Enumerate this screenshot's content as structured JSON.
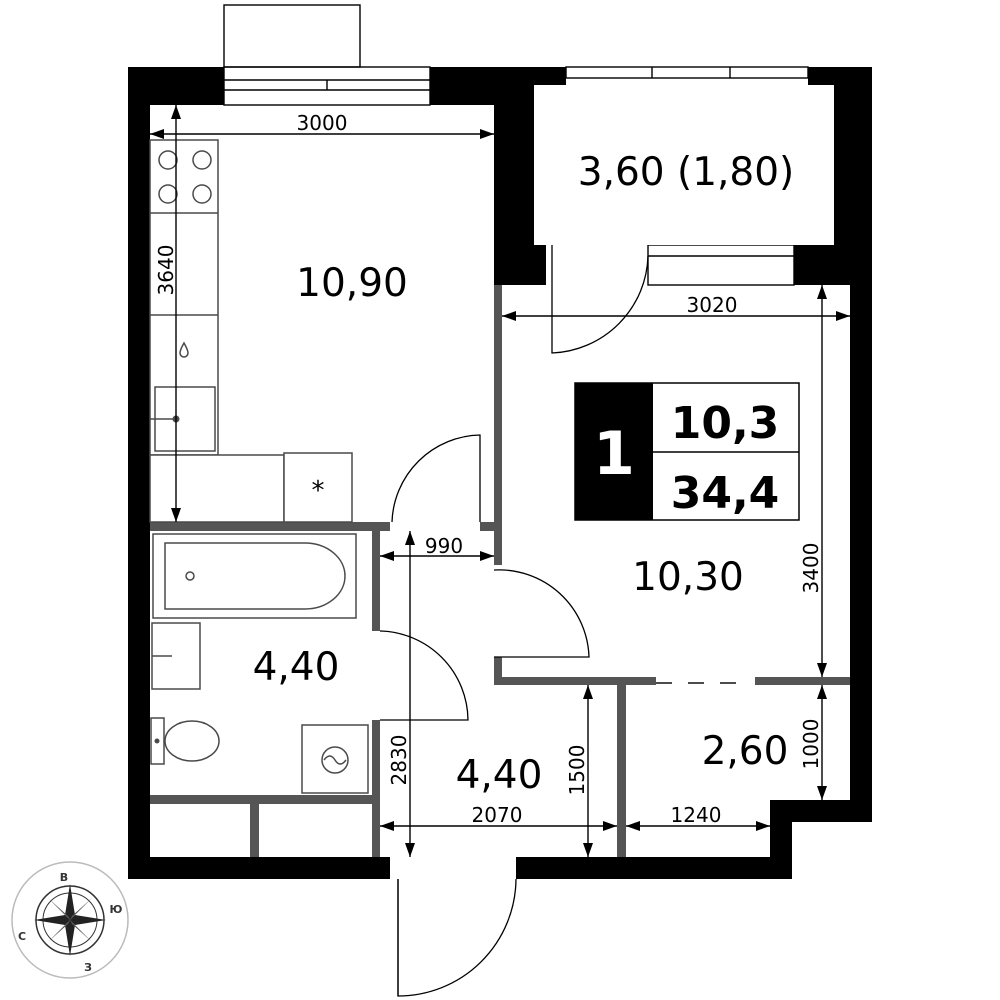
{
  "summary": {
    "rooms": "1",
    "living_area": "10,3",
    "total_area": "34,4"
  },
  "rooms": {
    "kitchen_area": "10,90",
    "bedroom_area": "10,30",
    "balcony_area": "3,60 (1,80)",
    "bathroom_area": "4,40",
    "hall_area": "4,40",
    "closet_area": "2,60"
  },
  "dimensions": {
    "kitchen_width": "3000",
    "kitchen_depth": "3640",
    "bedroom_width": "3020",
    "bedroom_depth": "3400",
    "corridor_width": "990",
    "hall_depth": "2830",
    "hall_width": "2070",
    "hall_partial": "1500",
    "closet_width": "1240",
    "closet_depth": "1000"
  },
  "compass": {
    "north": "В",
    "east": "Ю",
    "south": "З",
    "west": "С"
  },
  "fixtures": {
    "fridge_symbol": "*"
  }
}
